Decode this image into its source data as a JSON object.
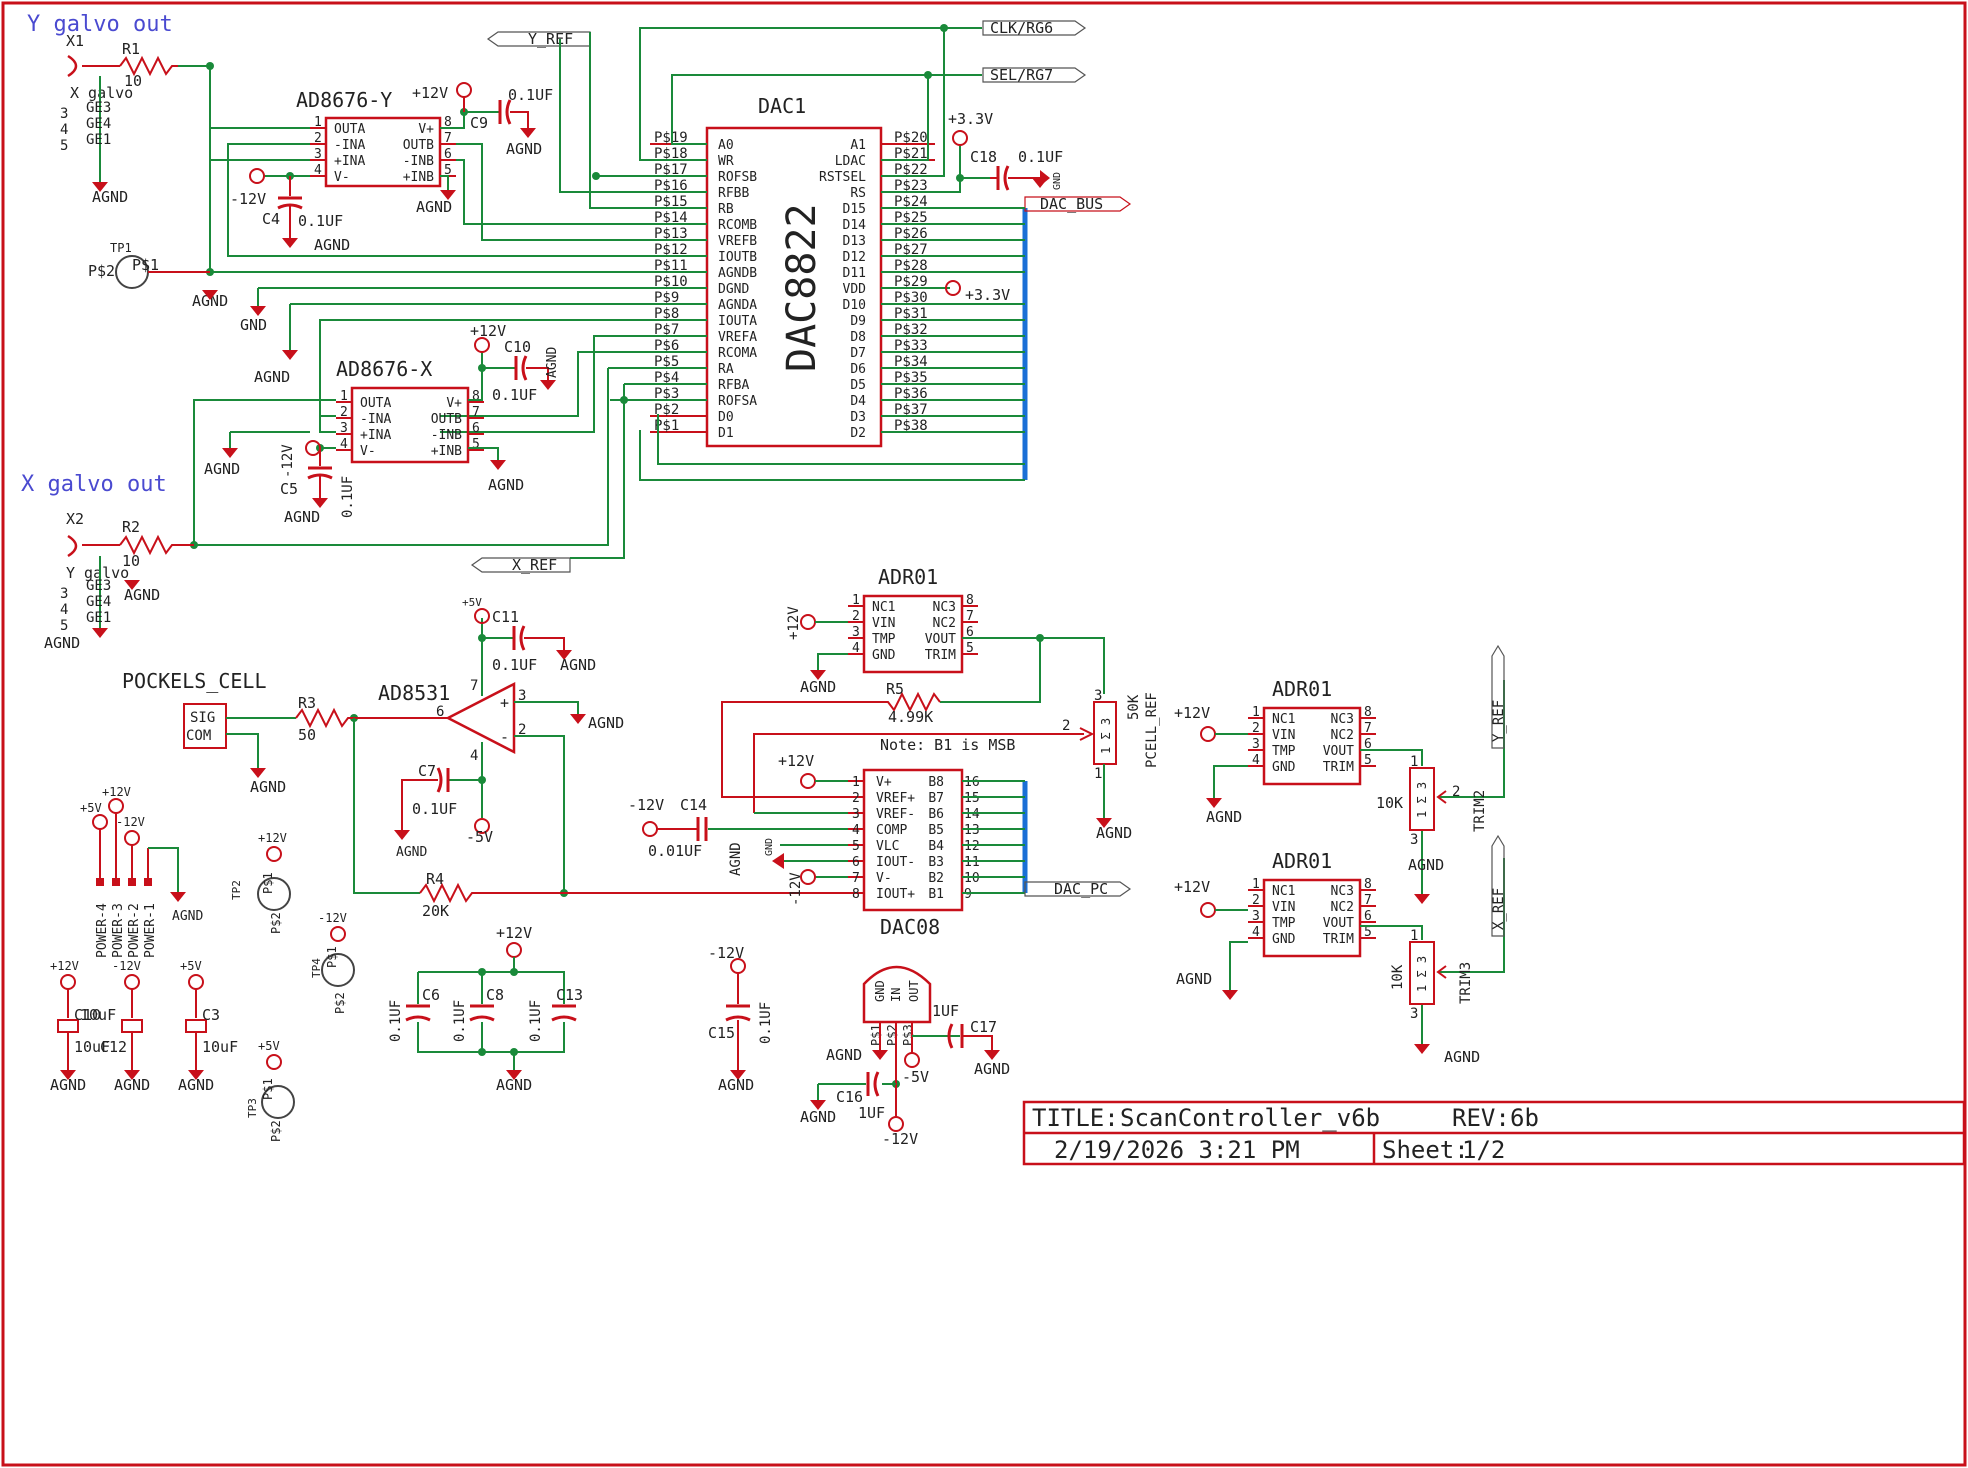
{
  "title_block": {
    "title_label": "TITLE:",
    "title": "ScanController_v6b",
    "rev_label": "REV:",
    "rev": "6b",
    "date": "2/19/2026 3:21 PM",
    "sheet_label": "Sheet:",
    "sheet": "1/2"
  },
  "headings": {
    "y_galvo_out": "Y galvo out",
    "x_galvo_out": "X galvo out",
    "pockels_cell": "POCKELS_CELL",
    "note": "Note: B1 is MSB"
  },
  "dac1": {
    "ref": "DAC1",
    "part": "DAC8822",
    "left_pins": [
      "P$19",
      "P$18",
      "P$17",
      "P$16",
      "P$15",
      "P$14",
      "P$13",
      "P$12",
      "P$11",
      "P$10",
      "P$9",
      "P$8",
      "P$7",
      "P$6",
      "P$5",
      "P$4",
      "P$3",
      "P$2",
      "P$1"
    ],
    "left_names": [
      "A0",
      "WR",
      "ROFSB",
      "RFBB",
      "RB",
      "RCOMB",
      "VREFB",
      "IOUTB",
      "AGNDB",
      "DGND",
      "AGNDA",
      "IOUTA",
      "VREFA",
      "RCOMA",
      "RA",
      "RFBA",
      "ROFSA",
      "D0",
      "D1"
    ],
    "right_pins": [
      "P$20",
      "P$21",
      "P$22",
      "P$23",
      "P$24",
      "P$25",
      "P$26",
      "P$27",
      "P$28",
      "P$29",
      "P$30",
      "P$31",
      "P$32",
      "P$33",
      "P$34",
      "P$35",
      "P$36",
      "P$37",
      "P$38"
    ],
    "right_names": [
      "A1",
      "LDAC",
      "RSTSEL",
      "RS",
      "D15",
      "D14",
      "D13",
      "D12",
      "D11",
      "VDD",
      "D10",
      "D9",
      "D8",
      "D7",
      "D6",
      "D5",
      "D4",
      "D3",
      "D2"
    ]
  },
  "opamps": {
    "y_name": "AD8676-Y",
    "x_name": "AD8676-X",
    "left_names": [
      "OUTA",
      "-INA",
      "+INA",
      "V-"
    ],
    "right_names": [
      "V+",
      "OUTB",
      "-INB",
      "+INB"
    ],
    "left_nums": [
      "1",
      "2",
      "3",
      "4"
    ],
    "right_nums": [
      "8",
      "7",
      "6",
      "5"
    ]
  },
  "adr01": {
    "name": "ADR01",
    "left_names": [
      "NC1",
      "VIN",
      "TMP",
      "GND"
    ],
    "right_names": [
      "NC3",
      "NC2",
      "VOUT",
      "TRIM"
    ],
    "left_nums": [
      "1",
      "2",
      "3",
      "4"
    ],
    "right_nums": [
      "8",
      "7",
      "6",
      "5"
    ]
  },
  "dac08": {
    "name": "DAC08",
    "left_names": [
      "V+",
      "VREF+",
      "VREF-",
      "COMP",
      "VLC",
      "IOUT-",
      "V-",
      "IOUT+"
    ],
    "right_names": [
      "B8",
      "B7",
      "B6",
      "B5",
      "B4",
      "B3",
      "B2",
      "B1"
    ],
    "left_nums": [
      "1",
      "2",
      "3",
      "4",
      "5",
      "6",
      "7",
      "8"
    ],
    "right_nums": [
      "16",
      "15",
      "14",
      "13",
      "12",
      "11",
      "10",
      "9"
    ]
  },
  "ad8531": {
    "name": "AD8531",
    "pins": [
      "3",
      "2",
      "7",
      "4",
      "6"
    ],
    "plus": "+",
    "minus": "-"
  },
  "labels": {
    "y_ref": "Y_REF",
    "x_ref": "X_REF",
    "clk": "CLK/RG6",
    "sel": "SEL/RG7",
    "dac_bus": "DAC_BUS",
    "dac_pc": "DAC_PC",
    "y_ref_v": "Y_REF",
    "x_ref_v": "X_REF"
  },
  "power": {
    "p12": "+12V",
    "m12": "-12V",
    "p5": "+5V",
    "m5": "-5V",
    "p33": "+3.3V",
    "agnd": "AGND",
    "gnd": "GND"
  },
  "parts": {
    "x1": "X1",
    "x2": "X2",
    "r1": "R1",
    "r1v": "10",
    "r2": "R2",
    "r2v": "10",
    "r3": "R3",
    "r3v": "50",
    "r4": "R4",
    "r4v": "20K",
    "r5": "R5",
    "r5v": "4.99K",
    "c9": "C9",
    "c4": "C4",
    "c10": "C10",
    "c5": "C5",
    "c18": "C18",
    "c11": "C11",
    "c7": "C7",
    "c14": "C14",
    "c14v": "0.01UF",
    "c6": "C6",
    "c8": "C8",
    "c13": "C13",
    "c15": "C15",
    "c17": "C17",
    "c16": "C16",
    "c12": "C12",
    "c3": "C3",
    "c10b": "C10",
    "cap_01": "0.1UF",
    "cap_1": "1UF",
    "cap_10u": "10uF",
    "tp1": "TP1",
    "tp2": "TP2",
    "tp3": "TP3",
    "tp4": "TP4",
    "ps1": "P$1",
    "ps2": "P$2",
    "ps3": "P$3",
    "pcell": "PCELL_REF",
    "k50": "50K",
    "k10": "10K",
    "trim2": "TRIM2",
    "trim3": "TRIM3",
    "sig": "SIG",
    "com": "COM",
    "xgalvo": "X galvo",
    "ygalvo": "Y galvo",
    "ge3": "GE3",
    "ge4": "GE4",
    "ge1": "GE1",
    "n3": "3",
    "n4": "4",
    "n5": "5",
    "reg_pins": [
      "GND",
      "IN",
      "OUT"
    ],
    "power_pins": [
      "POWER-4",
      "POWER-3",
      "POWER-2",
      "POWER-1"
    ],
    "pot_pins": [
      "1",
      "2",
      "3"
    ],
    "pot_sym": "1 Σ 3"
  }
}
